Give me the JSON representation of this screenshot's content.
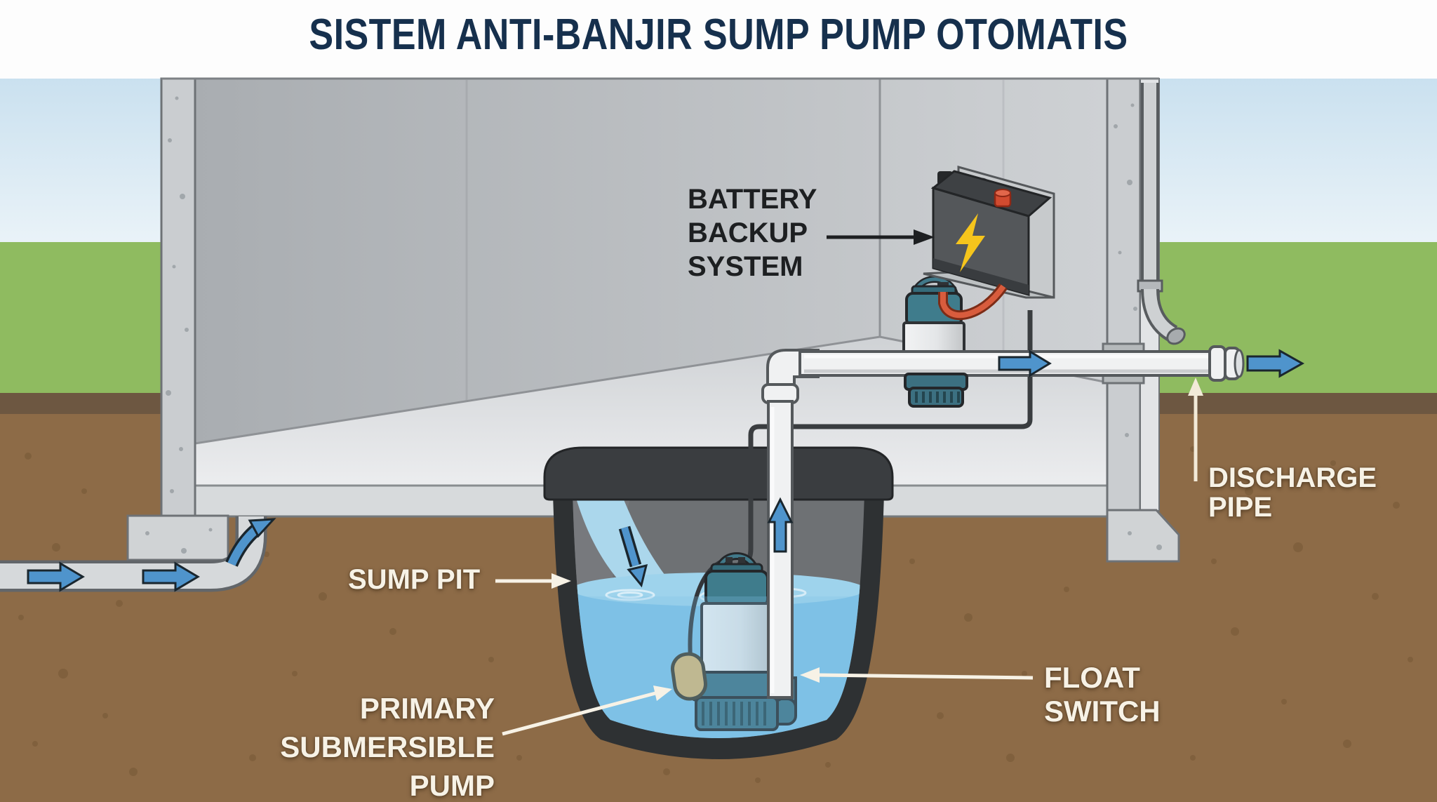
{
  "title": "SISTEM ANTI-BANJIR SUMP PUMP OTOMATIS",
  "labels": {
    "battery_backup_system": "BATTERY\nBACKUP\nSYSTEM",
    "sump_pit": "SUMP PIT",
    "primary_submersible_pump": "PRIMARY\nSUBMERSIBLE\nPUMP",
    "float_switch": "FLOAT\nSWITCH",
    "discharge_pipe": "DISCHARGE\nPIPE"
  },
  "colors": {
    "title_text": "#16304d",
    "sky": "#cde3f1",
    "grass": "#8fbb60",
    "soil": "#8d6b47",
    "soil_dark_band": "#6d5741",
    "concrete": "#c9cccf",
    "wall_interior": "#bcbfc3",
    "floor": "#e8eaec",
    "pit_wall": "#2e3133",
    "water": "#7fc2e6",
    "pump_teal": "#3f7c8c",
    "pump_silver": "#e8eaeb",
    "float_tan": "#d8b572",
    "pipe_white": "#f0f1f2",
    "flow_arrow_blue": "#4f94cc",
    "battery_body": "#54575a",
    "battery_bolt": "#f6c51c",
    "battery_terminal_red": "#d14b30",
    "cable_red": "#d85c3d",
    "wire_dark": "#3a3d40",
    "label_light": "#f7f2e6",
    "label_dark": "#1d1f21"
  }
}
